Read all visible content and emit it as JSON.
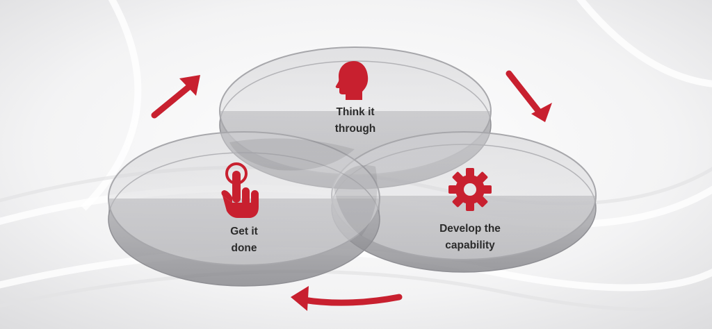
{
  "colors": {
    "accent": "#c8202f",
    "label": "#2b2b2b",
    "disc_fill": "#d4d4d6",
    "disc_edge": "#9c9ca0",
    "background": "#f4f4f5"
  },
  "nodes": [
    {
      "id": "think",
      "icon": "head-icon",
      "label_line1": "Think it",
      "label_line2": "through"
    },
    {
      "id": "develop",
      "icon": "gear-icon",
      "label_line1": "Develop the",
      "label_line2": "capability"
    },
    {
      "id": "done",
      "icon": "tap-hand-icon",
      "label_line1": "Get it",
      "label_line2": "done"
    }
  ],
  "cycle": {
    "direction": "clockwise",
    "arrows": [
      "arrow-top-left",
      "arrow-top-right",
      "arrow-bottom"
    ]
  }
}
